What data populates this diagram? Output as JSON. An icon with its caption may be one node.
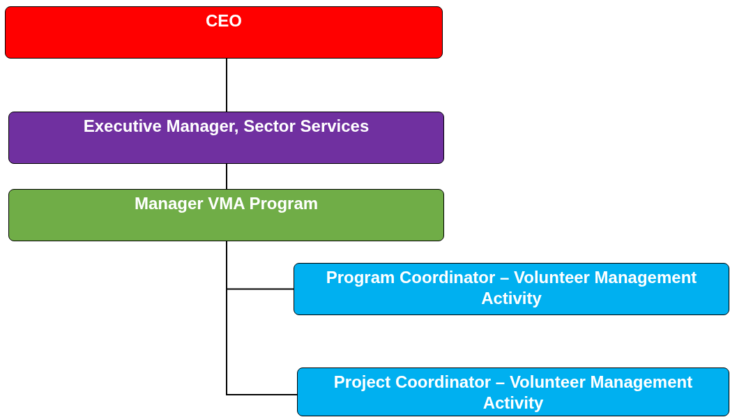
{
  "diagram": {
    "nodes": [
      {
        "text": [
          "CEO"
        ]
      },
      {
        "text": [
          "Executive Manager, Sector Services"
        ]
      },
      {
        "text": [
          "Manager VMA Program"
        ]
      },
      {
        "text": [
          "Program Coordinator – Volunteer Management Activity"
        ]
      },
      {
        "text": [
          "Project Coordinator – Volunteer Management Activity"
        ]
      }
    ],
    "edges": [
      {
        "from": 0,
        "to": 1,
        "arrow": "none"
      },
      {
        "from": 1,
        "to": 2,
        "arrow": "none"
      },
      {
        "from": 2,
        "to": 3,
        "arrow": "none"
      },
      {
        "from": 2,
        "to": 4,
        "arrow": "none"
      }
    ]
  }
}
